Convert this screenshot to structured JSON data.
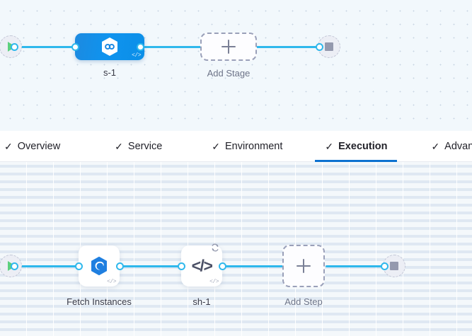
{
  "stage_canvas": {
    "name": "pipeline-stage-canvas",
    "start_node": {
      "icon": "play-icon",
      "title": "Start"
    },
    "end_node": {
      "icon": "stop-icon",
      "title": "End"
    },
    "stages": [
      {
        "label": "s-1",
        "icon": "hexagon-infinity-icon",
        "badge": "code-icon",
        "selected": true
      }
    ],
    "add_stage": {
      "label": "Add Stage",
      "icon": "plus-icon"
    }
  },
  "tabs": {
    "name": "stage-config-tabs",
    "items": [
      {
        "label": "Overview",
        "icon": "check-icon",
        "active": false
      },
      {
        "label": "Service",
        "icon": "check-icon",
        "active": false
      },
      {
        "label": "Environment",
        "icon": "check-icon",
        "active": false
      },
      {
        "label": "Execution",
        "icon": "check-icon",
        "active": true
      },
      {
        "label": "Advanced",
        "icon": "check-icon",
        "active": false
      }
    ]
  },
  "step_canvas": {
    "name": "execution-steps-canvas",
    "start_node": {
      "icon": "play-icon",
      "title": "Start"
    },
    "end_node": {
      "icon": "stop-icon",
      "title": "End"
    },
    "steps": [
      {
        "label": "Fetch Instances",
        "icon": "harness-hexagon-icon",
        "badge": "code-icon",
        "looping": false
      },
      {
        "label": "sh-1",
        "icon": "shell-script-code-icon",
        "badge": "code-icon",
        "looping": true,
        "loop_icon": "loop-strategy-icon"
      }
    ],
    "add_step": {
      "label": "Add Step",
      "icon": "plus-icon"
    }
  },
  "colors": {
    "connector": "#2fb8ec",
    "accent_blue": "#0d72d0",
    "stage_gradient_from": "#1d8ae0",
    "stage_gradient_to": "#0b8fe8",
    "start_play": "#5cd07e",
    "stop_square": "#9499ae",
    "dashed_border": "#9aa0b9",
    "label_text": "#383946",
    "add_label_text": "#6d7488",
    "stage_canvas_bg": "#f2f8fc",
    "step_canvas_bg": "#ffffff"
  }
}
